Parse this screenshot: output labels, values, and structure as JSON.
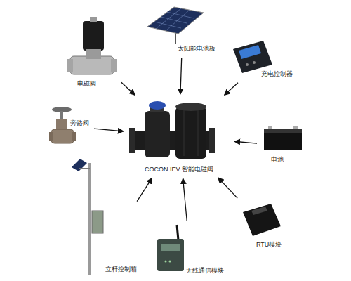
{
  "diagram": {
    "nodes": [
      {
        "text": [
          "太阳能电池板"
        ]
      },
      {
        "text": [
          "电磁阀"
        ]
      },
      {
        "text": [
          "充电控制器"
        ]
      },
      {
        "text": [
          "旁路阀"
        ]
      },
      {
        "text": [
          "COCON IEV 智能电磁阀"
        ]
      },
      {
        "text": [
          "电池"
        ]
      },
      {
        "text": [
          "RTU模块"
        ]
      },
      {
        "text": [
          "立杆控制箱"
        ]
      },
      {
        "text": [
          "无线通信模块"
        ]
      }
    ],
    "edges": [
      {
        "from": 0,
        "to": 4,
        "arrow": "to"
      },
      {
        "from": 1,
        "to": 4,
        "arrow": "to"
      },
      {
        "from": 2,
        "to": 4,
        "arrow": "to"
      },
      {
        "from": 3,
        "to": 4,
        "arrow": "to"
      },
      {
        "from": 5,
        "to": 4,
        "arrow": "to"
      },
      {
        "from": 6,
        "to": 4,
        "arrow": "to"
      },
      {
        "from": 7,
        "to": 4,
        "arrow": "to"
      },
      {
        "from": 8,
        "to": 4,
        "arrow": "to"
      }
    ]
  }
}
